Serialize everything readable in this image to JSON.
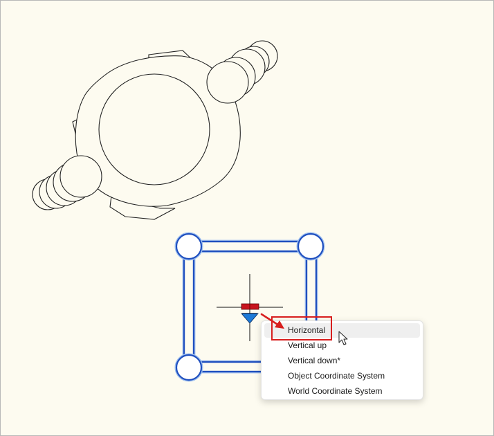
{
  "context_menu": {
    "items": [
      {
        "label": "Horizontal",
        "highlighted": true
      },
      {
        "label": "Vertical up",
        "highlighted": false
      },
      {
        "label": "Vertical down*",
        "highlighted": false
      },
      {
        "label": "Object Coordinate System",
        "highlighted": false
      },
      {
        "label": "World Coordinate System",
        "highlighted": false
      }
    ]
  },
  "colors": {
    "background": "#fdfbf0",
    "selection_blue": "#1f4fbf",
    "gizmo_red": "#c8141e",
    "gizmo_blue": "#1e7ad8",
    "annotation_red": "#d81e1e"
  },
  "icons": {
    "cursor": "mouse-pointer-icon",
    "ucs_gizmo": "ucs-gizmo-icon",
    "arrow": "annotation-arrow-icon"
  }
}
